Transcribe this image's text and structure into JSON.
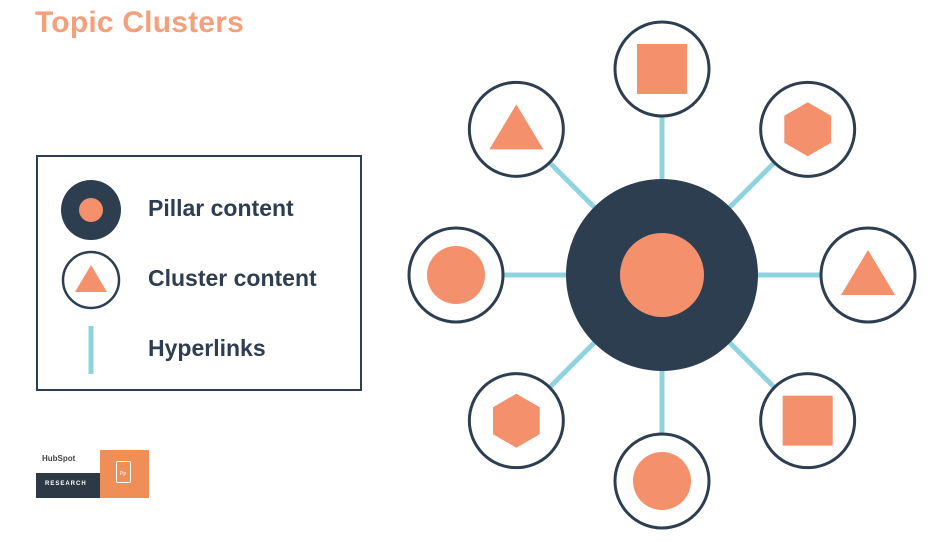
{
  "title": "Topic Clusters",
  "colors": {
    "orange": "#f4906c",
    "title_orange": "#f4a07c",
    "navy": "#2d3e50",
    "link": "#8fd3df",
    "text": "#2d3e50"
  },
  "legend": {
    "items": [
      {
        "label": "Pillar content",
        "icon": "pillar-icon"
      },
      {
        "label": "Cluster content",
        "icon": "cluster-icon"
      },
      {
        "label": "Hyperlinks",
        "icon": "hyperlink-icon"
      }
    ]
  },
  "logo": {
    "brand": "HubSpot",
    "tagline": "RESEARCH",
    "doc_mark": "Pp"
  },
  "diagram": {
    "pillar": {
      "name": "pillar-content-node",
      "inner_shape": "circle"
    },
    "clusters": [
      {
        "name": "cluster-top",
        "shape": "square"
      },
      {
        "name": "cluster-top-right",
        "shape": "hexagon"
      },
      {
        "name": "cluster-right",
        "shape": "triangle"
      },
      {
        "name": "cluster-bottom-right",
        "shape": "square"
      },
      {
        "name": "cluster-bottom",
        "shape": "circle"
      },
      {
        "name": "cluster-bottom-left",
        "shape": "hexagon"
      },
      {
        "name": "cluster-left",
        "shape": "circle"
      },
      {
        "name": "cluster-top-left",
        "shape": "triangle"
      }
    ]
  }
}
